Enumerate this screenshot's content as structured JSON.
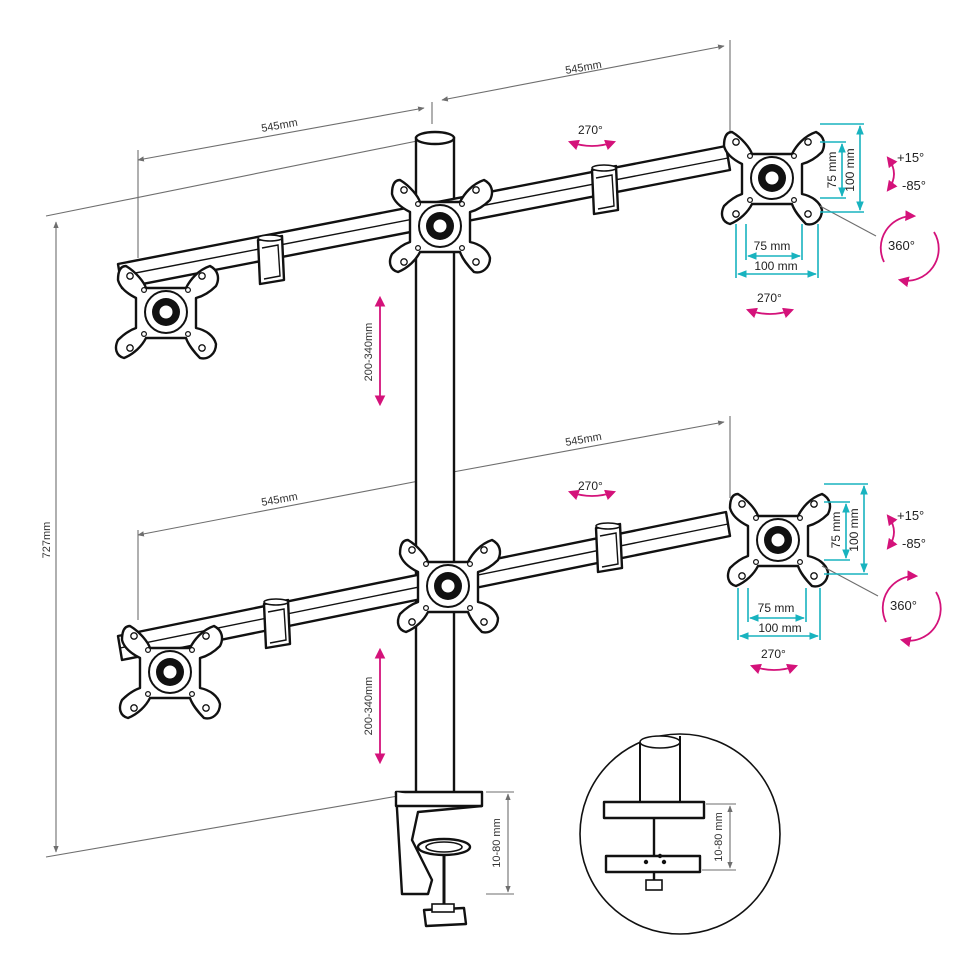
{
  "colors": {
    "line": "#111111",
    "dimension": "#6e6e6e",
    "accent_teal": "#18b3bf",
    "accent_magenta": "#d4127a"
  },
  "labels": {
    "arm_length": "545mm",
    "total_height": "727mm",
    "height_adjust": "200-340mm",
    "clamp_range": "10-80 mm",
    "vesa_small": "75 mm",
    "vesa_large": "100 mm",
    "rotation_swivel": "270°",
    "rotation_full": "360°",
    "tilt_up": "+15°",
    "tilt_down": "-85°"
  }
}
